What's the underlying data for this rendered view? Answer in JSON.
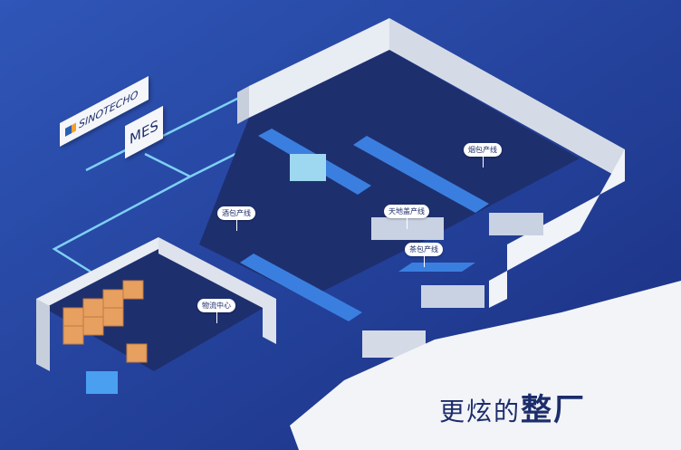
{
  "brand": {
    "logo_text": "SINOTECHO",
    "system_label": "MES"
  },
  "labels": {
    "cigarette_line": "烟包产线",
    "wine_line": "酒包产线",
    "lid_box_line": "天地盖产线",
    "tea_line": "茶包产线",
    "logistics_center": "物流中心"
  },
  "slogan": {
    "text": "更炫的",
    "brush_text": "整厂"
  },
  "colors": {
    "background": "#2447a0",
    "floor": "#1e2f6e",
    "wall": "#e8ecf3",
    "network_line": "#7fd0f5",
    "accent_text": "#1d2d6b"
  }
}
